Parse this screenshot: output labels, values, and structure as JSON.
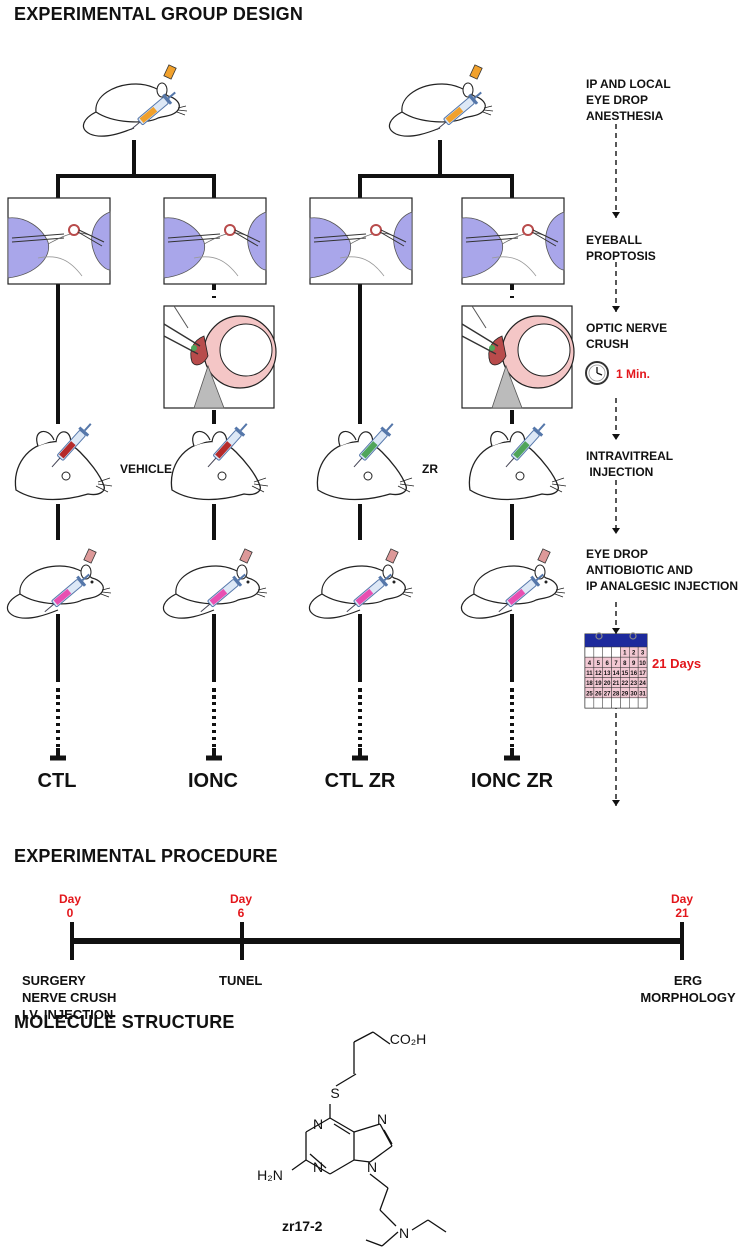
{
  "titles": {
    "design": "EXPERIMENTAL GROUP DESIGN",
    "procedure": "EXPERIMENTAL PROCEDURE",
    "molecule": "MOLECULE STRUCTURE"
  },
  "steps": {
    "anesthesia": [
      "IP AND LOCAL",
      "EYE DROP",
      "ANESTHESIA"
    ],
    "proptosis": [
      "EYEBALL",
      "PROPTOSIS"
    ],
    "crush": [
      "OPTIC NERVE",
      "CRUSH"
    ],
    "crush_time": "1 Min.",
    "injection": [
      "INTRAVITREAL",
      " INJECTION"
    ],
    "post": [
      "EYE DROP",
      "ANTIOBIOTIC AND",
      "IP ANALGESIC INJECTION"
    ],
    "duration": "21 Days"
  },
  "treatments": {
    "vehicle": "VEHICLE",
    "zr": "ZR"
  },
  "groups": [
    "CTL",
    "IONC",
    "CTL ZR",
    "IONC ZR"
  ],
  "timeline": {
    "days": [
      {
        "label": "Day",
        "value": "0"
      },
      {
        "label": "Day",
        "value": "6"
      },
      {
        "label": "Day",
        "value": "21"
      }
    ],
    "events": [
      [
        "SURGERY",
        "NERVE CRUSH",
        "I.V. INJECTION"
      ],
      [
        "TUNEL"
      ],
      [
        "ERG",
        "MORPHOLOGY"
      ]
    ]
  },
  "calendar": {
    "numbers": [
      "1",
      "2",
      "3",
      "4",
      "5",
      "6",
      "7",
      "8",
      "9",
      "10",
      "11",
      "12",
      "13",
      "14",
      "15",
      "16",
      "17",
      "18",
      "19",
      "20",
      "21",
      "22",
      "23",
      "24",
      "25",
      "26",
      "27",
      "28",
      "29",
      "30",
      "31"
    ]
  },
  "molecule": {
    "name": "zr17-2",
    "labels": {
      "acid": "CO₂H",
      "sulfur": "S",
      "amine": "H₂N",
      "n1": "N",
      "n3": "N",
      "n7": "N",
      "n9": "N",
      "n_amine": "N"
    }
  },
  "colors": {
    "line": "#111111",
    "accent_red": "#e3161b",
    "glove": "#a9a6ea",
    "tissue": "#f4c6c6",
    "muscle": "#b84b4b",
    "syringe_red": "#b52a2a",
    "syringe_green": "#4fa55a",
    "syringe_pink": "#e94fb2",
    "syringe_orange": "#f1a12c",
    "calendar_header": "#1d2a9c",
    "calendar_cell": "#f3c9d4"
  }
}
